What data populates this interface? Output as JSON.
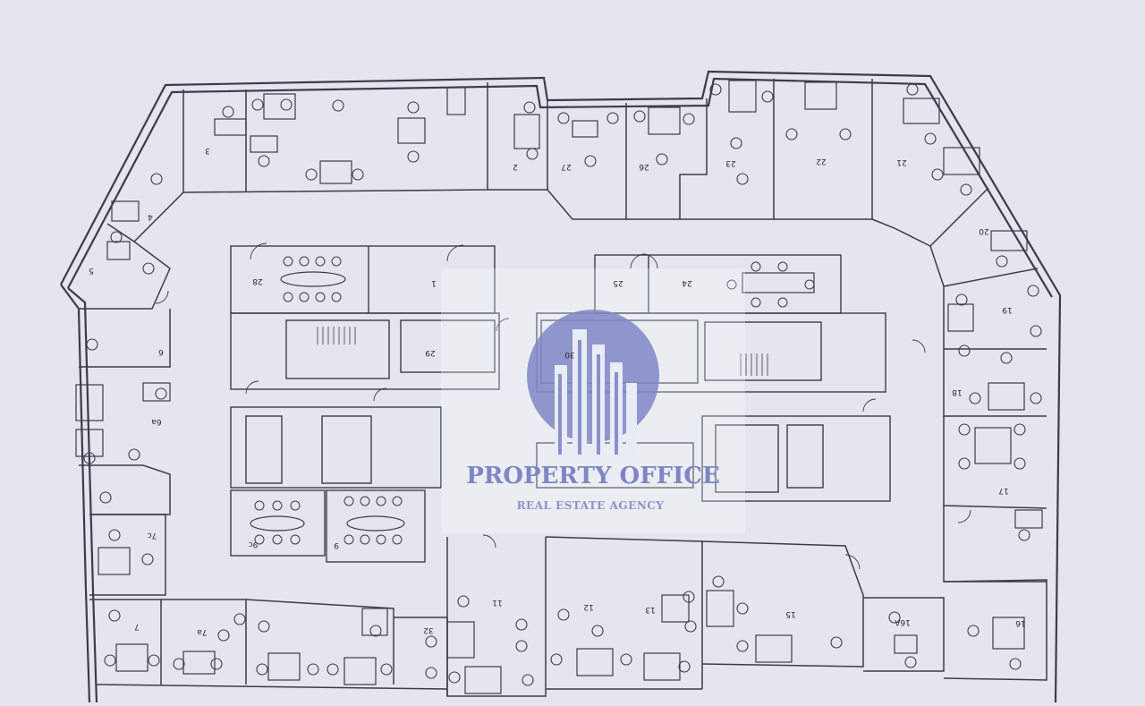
{
  "floorplan": {
    "rooms": [
      {
        "id": "r-3",
        "label": "3"
      },
      {
        "id": "r-2",
        "label": "2"
      },
      {
        "id": "r-27",
        "label": "27"
      },
      {
        "id": "r-26",
        "label": "26"
      },
      {
        "id": "r-23",
        "label": "23"
      },
      {
        "id": "r-22",
        "label": "22"
      },
      {
        "id": "r-21",
        "label": "21"
      },
      {
        "id": "r-20",
        "label": "20"
      },
      {
        "id": "r-19",
        "label": "19"
      },
      {
        "id": "r-18",
        "label": "18"
      },
      {
        "id": "r-17",
        "label": "17"
      },
      {
        "id": "r-16",
        "label": "16"
      },
      {
        "id": "r-16a",
        "label": "16A"
      },
      {
        "id": "r-15",
        "label": "15"
      },
      {
        "id": "r-13",
        "label": "13"
      },
      {
        "id": "r-12",
        "label": "12"
      },
      {
        "id": "r-11",
        "label": "11"
      },
      {
        "id": "r-32",
        "label": "32"
      },
      {
        "id": "r-7a",
        "label": "7a"
      },
      {
        "id": "r-7",
        "label": "7"
      },
      {
        "id": "r-7c",
        "label": "7c"
      },
      {
        "id": "r-6a",
        "label": "6a"
      },
      {
        "id": "r-6",
        "label": "6"
      },
      {
        "id": "r-5",
        "label": "5"
      },
      {
        "id": "r-4",
        "label": "4"
      },
      {
        "id": "r-28",
        "label": "28"
      },
      {
        "id": "r-1",
        "label": "1"
      },
      {
        "id": "r-29",
        "label": "29"
      },
      {
        "id": "r-30",
        "label": "30"
      },
      {
        "id": "r-25",
        "label": "25"
      },
      {
        "id": "r-24",
        "label": "24"
      },
      {
        "id": "r-9",
        "label": "9"
      },
      {
        "id": "r-9c",
        "label": "9c"
      }
    ]
  },
  "watermark": {
    "title": "PROPERTY OFFICE",
    "subtitle": "REAL ESTATE AGENCY"
  },
  "colors": {
    "paper": "#e3e6ee",
    "line": "#3a3d4a",
    "watermark": "#7e86c6"
  }
}
